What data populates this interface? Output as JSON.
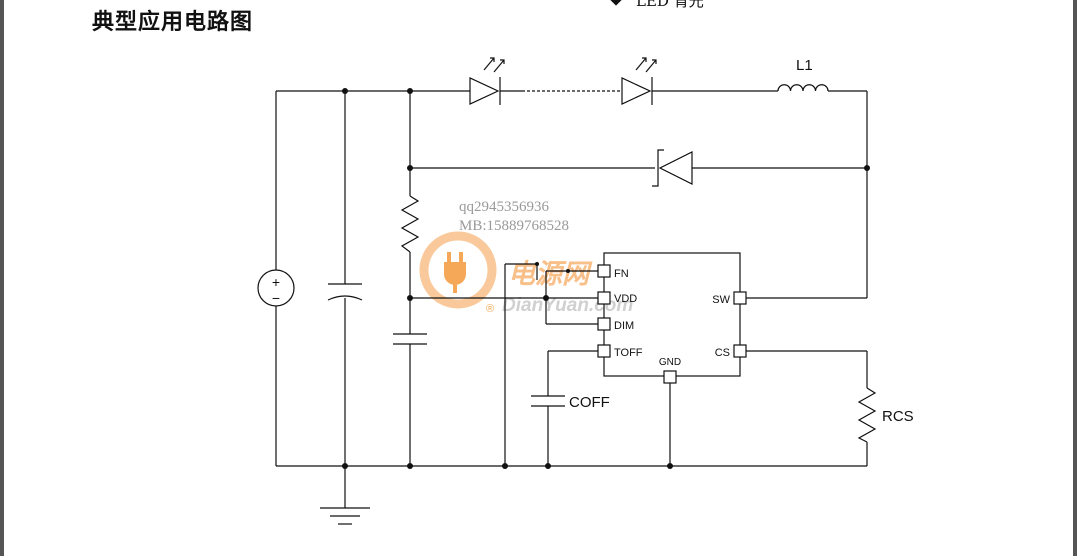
{
  "header": {
    "title": "典型应用电路图",
    "top_cut_text": "LED 背光"
  },
  "watermark": {
    "line1": "qq2945356936",
    "line2": "MB:15889768528",
    "brand_cn": "电源网",
    "brand_en": "DianYuan.com",
    "registered": "®"
  },
  "schematic": {
    "inductor_label": "L1",
    "ic_pins": {
      "fn": "FN",
      "vdd": "VDD",
      "dim": "DIM",
      "toff": "TOFF",
      "gnd": "GND",
      "sw": "SW",
      "cs": "CS"
    },
    "coff_label": "COFF",
    "rcs_label": "RCS",
    "source_plus": "+",
    "source_minus": "−"
  },
  "colors": {
    "wire": "#111111",
    "watermark_orange": "#f39a3c",
    "watermark_gray": "#9a9a9a"
  }
}
